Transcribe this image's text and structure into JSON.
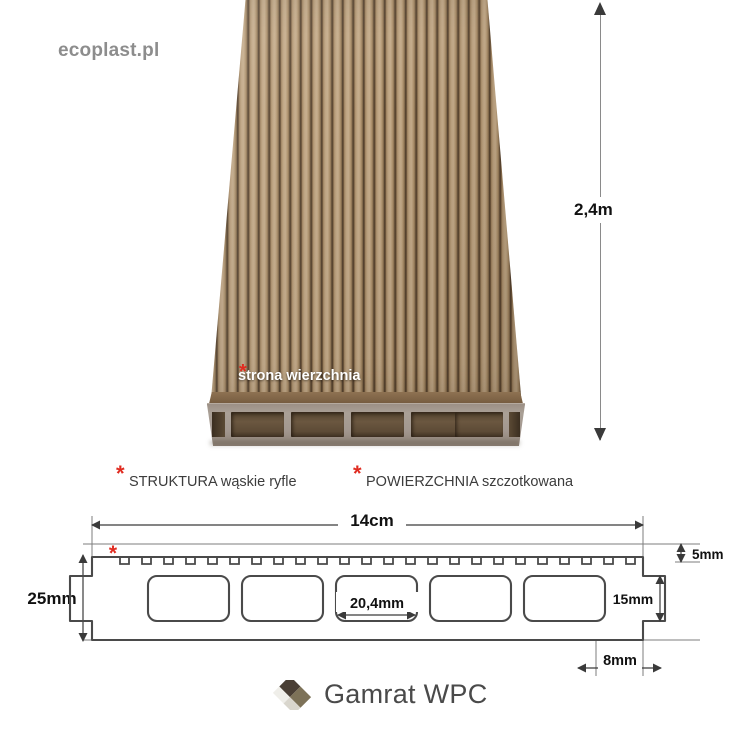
{
  "watermark": "ecoplast.pl",
  "photo": {
    "surface_label": "strona wierzchnia",
    "surface_label_star": "*",
    "board_color_light": "#c6ad8c",
    "board_color_dark": "#4c3b2a",
    "profile_color": "#a39890"
  },
  "dimensions": {
    "length": "2,4m",
    "width": "14cm",
    "thickness": "25mm",
    "top_wall": "5mm",
    "chamber_height": "15mm",
    "rib_width": "8mm",
    "chamber_width": "20,4mm"
  },
  "features": [
    {
      "star": "*",
      "label": "STRUKTURA wąskie ryfle"
    },
    {
      "star": "*",
      "label": "POWIERZCHNIA szczotkowana"
    }
  ],
  "cross_section": {
    "marker_star": "*",
    "chamber_count": 5,
    "groove_count": 24,
    "line_color": "#4a4a4a",
    "star_color": "#e02b20"
  },
  "logo": {
    "text": "Gamrat WPC",
    "mark_color_dark": "#4a3f35",
    "mark_color_olive": "#7d7258",
    "mark_color_light": "#efeee9"
  }
}
